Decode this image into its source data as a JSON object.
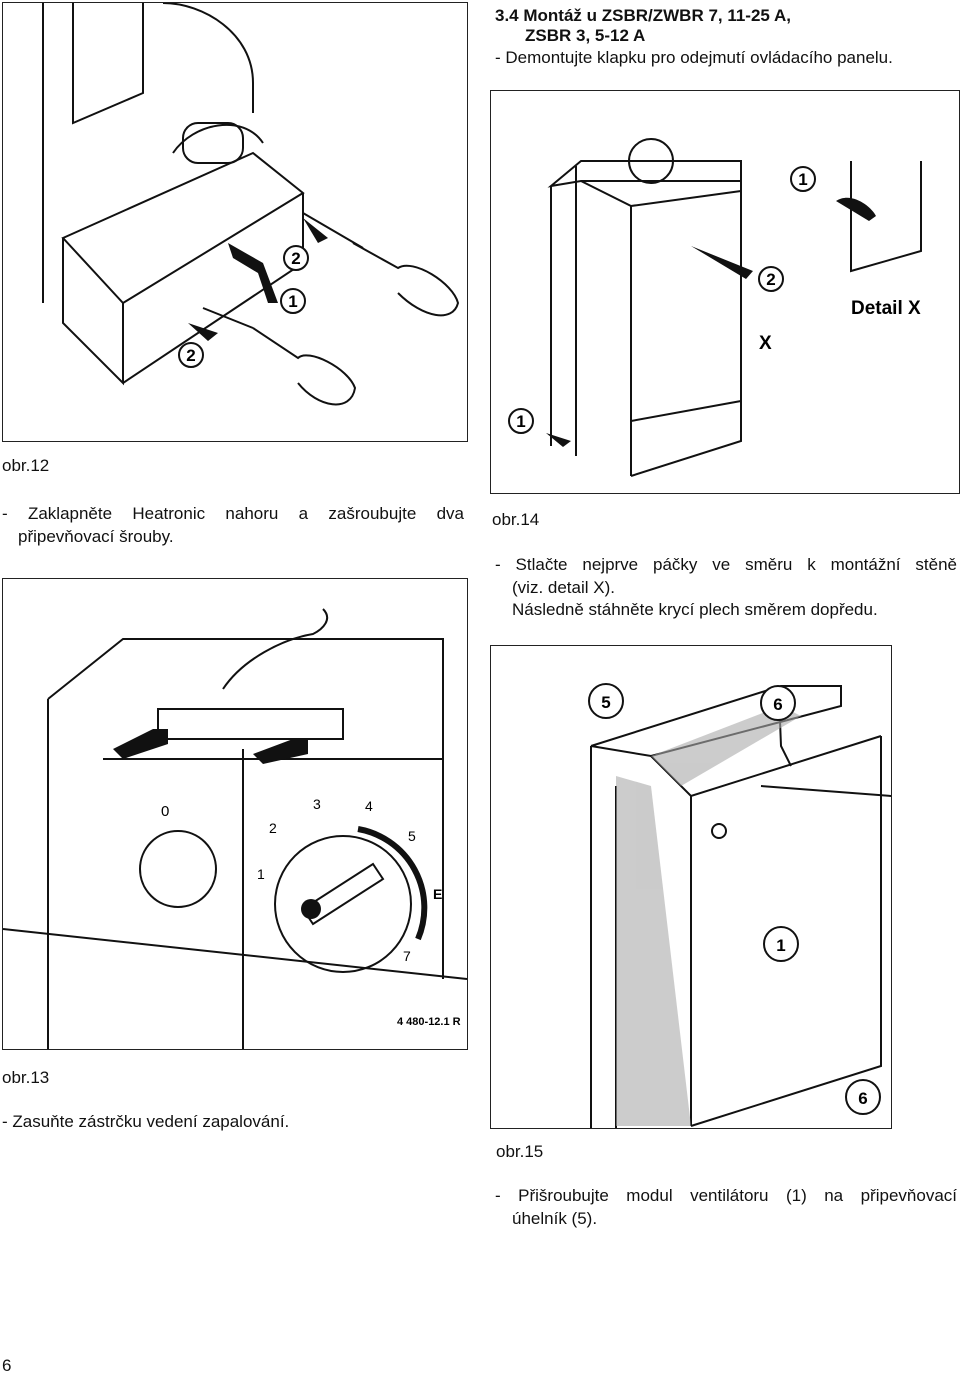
{
  "section": {
    "heading_line1": "3.4 Montáž u ZSBR/ZWBR 7, 11-25 A,",
    "heading_line2": "ZSBR 3, 5-12 A",
    "intro": "- Demontujte klapku pro odejmutí ovládacího panelu."
  },
  "fig12": {
    "caption": "obr.12",
    "callouts": [
      "2",
      "1",
      "2"
    ],
    "text_line1": "- Zaklapněte Heatronic nahoru a zašroubujte dva",
    "text_line2": "připevňovací šrouby."
  },
  "fig14": {
    "caption": "obr.14",
    "callouts": [
      "1",
      "2",
      "1"
    ],
    "detail_label": "Detail X",
    "x_label": "X",
    "text_line1": "- Stlačte nejprve páčky ve směru k montážní stěně",
    "text_line2": "(viz. detail X).",
    "text_line3": "Následně stáhněte krycí plech směrem dopředu."
  },
  "fig13": {
    "caption": "obr.13",
    "dial_left_label": "0",
    "dial_numbers": [
      "1",
      "2",
      "3",
      "4",
      "5",
      "E",
      "7"
    ],
    "ref_code": "4 480-12.1 R",
    "text_line1": "- Zasuňte zástrčku vedení zapalování."
  },
  "fig15": {
    "caption": "obr.15",
    "callouts": [
      "5",
      "6",
      "1",
      "6"
    ],
    "text_line1": "- Přišroubujte modul ventilátoru (1) na připevňovací",
    "text_line2": "úhelník (5)."
  },
  "page_number": "6"
}
